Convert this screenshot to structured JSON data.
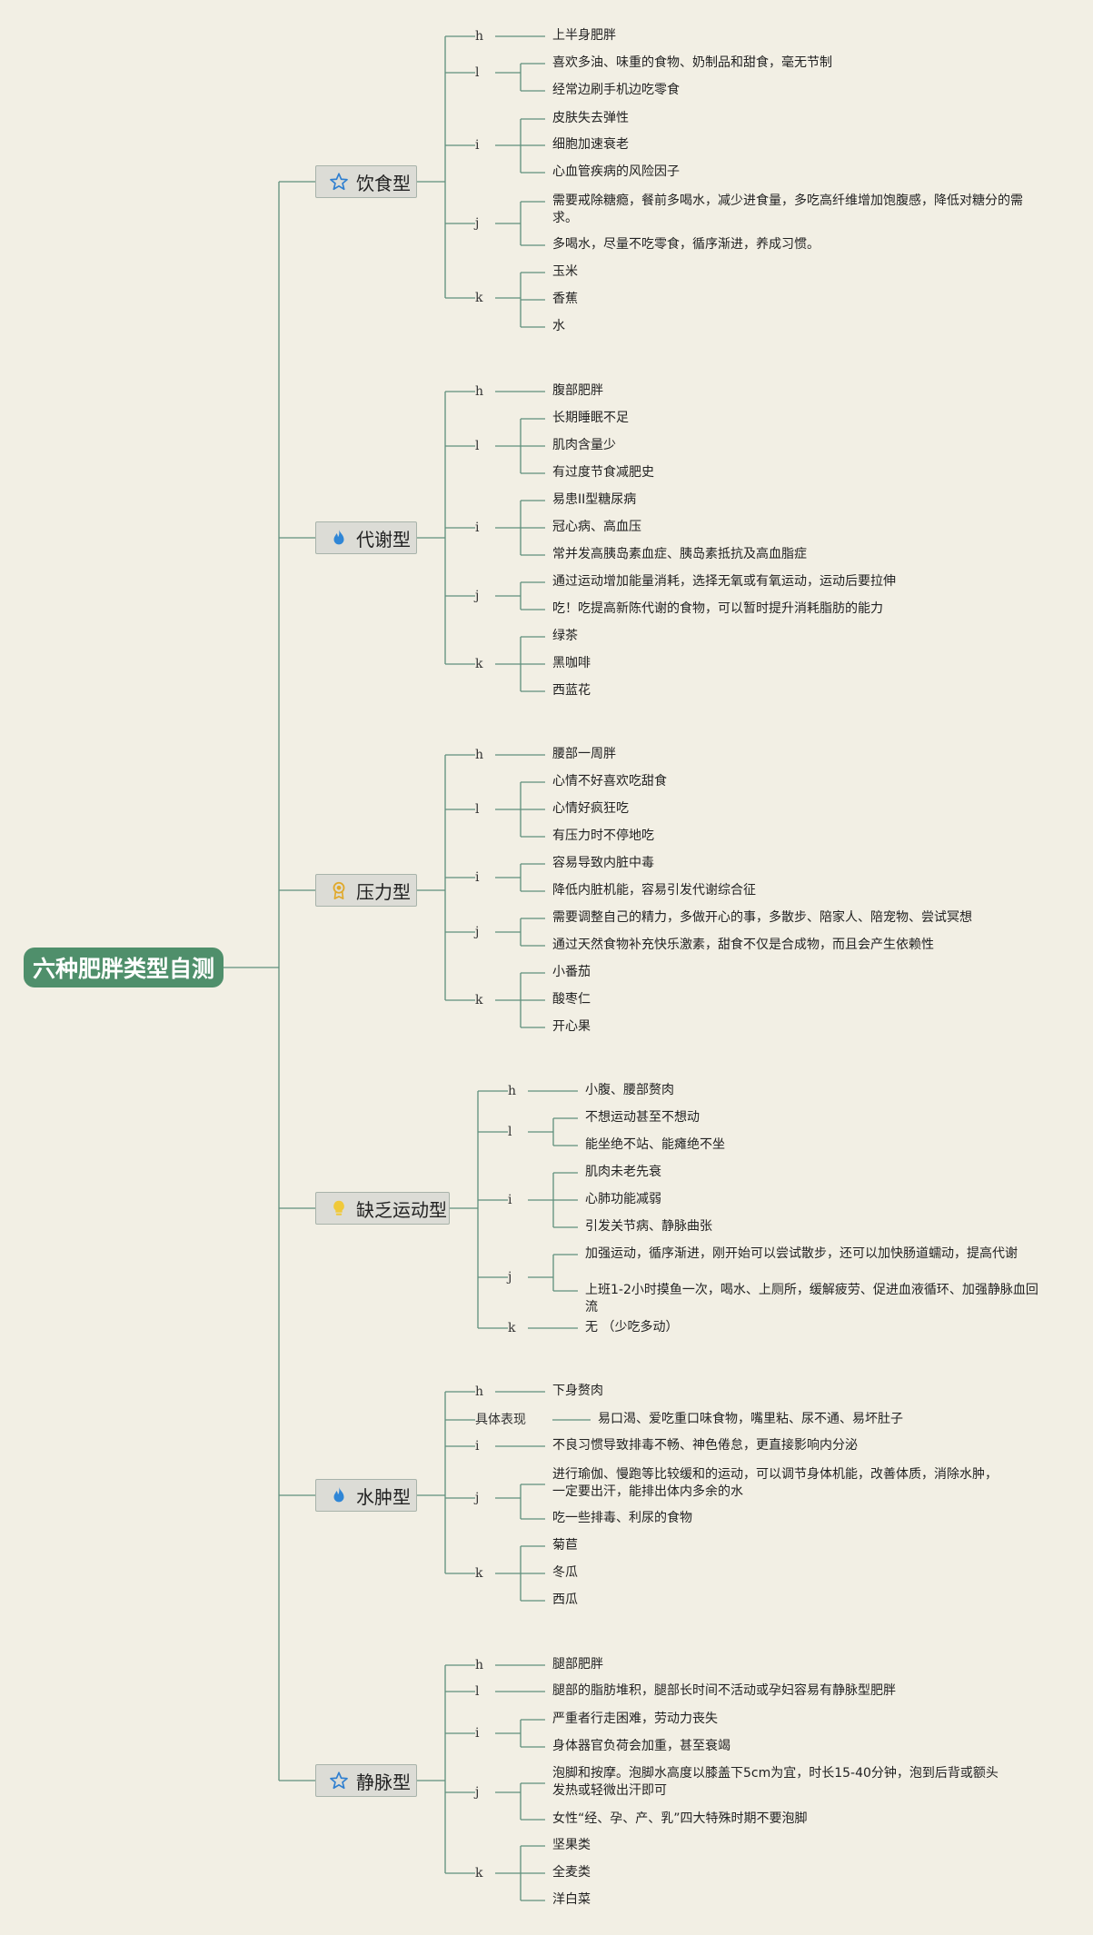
{
  "title": "六种肥胖类型自测",
  "colors": {
    "line": "#5f8f7c",
    "root": "#4f8f6b",
    "branch_bg": "#dcdcd6",
    "background": "#f2efe4"
  },
  "branches": [
    {
      "label": "饮食型",
      "icon": "star-icon",
      "icon_color": "#2f7fd0",
      "groups": [
        {
          "tag": "h",
          "items": [
            "上半身肥胖"
          ]
        },
        {
          "tag": "l",
          "items": [
            "喜欢多油、味重的食物、奶制品和甜食，毫无节制",
            "经常边刷手机边吃零食"
          ]
        },
        {
          "tag": "i",
          "items": [
            "皮肤失去弹性",
            "细胞加速衰老",
            "心血管疾病的风险因子"
          ]
        },
        {
          "tag": "j",
          "items": [
            "需要戒除糖瘾，餐前多喝水，减少进食量，多吃高纤维增加饱腹感，降低对糖分的需求。",
            "多喝水，尽量不吃零食，循序渐进，养成习惯。"
          ]
        },
        {
          "tag": "k",
          "items": [
            "玉米",
            "香蕉",
            "水"
          ]
        }
      ]
    },
    {
      "label": "代谢型",
      "icon": "flame-icon",
      "icon_color": "#2f86d6",
      "groups": [
        {
          "tag": "h",
          "items": [
            "腹部肥胖"
          ]
        },
        {
          "tag": "l",
          "items": [
            "长期睡眠不足",
            "肌肉含量少",
            "有过度节食减肥史"
          ]
        },
        {
          "tag": "i",
          "items": [
            "易患II型糖尿病",
            "冠心病、高血压",
            "常并发高胰岛素血症、胰岛素抵抗及高血脂症"
          ]
        },
        {
          "tag": "j",
          "items": [
            "通过运动增加能量消耗，选择无氧或有氧运动，运动后要拉伸",
            "吃！吃提高新陈代谢的食物，可以暂时提升消耗脂肪的能力"
          ]
        },
        {
          "tag": "k",
          "items": [
            "绿茶",
            "黑咖啡",
            "西蓝花"
          ]
        }
      ]
    },
    {
      "label": "压力型",
      "icon": "medal-icon",
      "icon_color": "#e0a92b",
      "groups": [
        {
          "tag": "h",
          "items": [
            "腰部一周胖"
          ]
        },
        {
          "tag": "l",
          "items": [
            "心情不好喜欢吃甜食",
            "心情好疯狂吃",
            "有压力时不停地吃"
          ]
        },
        {
          "tag": "i",
          "items": [
            "容易导致内脏中毒",
            "降低内脏机能，容易引发代谢综合征"
          ]
        },
        {
          "tag": "j",
          "items": [
            "需要调整自己的精力，多做开心的事，多散步、陪家人、陪宠物、尝试冥想",
            "通过天然食物补充快乐激素，甜食不仅是合成物，而且会产生依赖性"
          ]
        },
        {
          "tag": "k",
          "items": [
            "小番茄",
            "酸枣仁",
            "开心果"
          ]
        }
      ]
    },
    {
      "label": "缺乏运动型",
      "icon": "bulb-icon",
      "icon_color": "#f0c93a",
      "groups": [
        {
          "tag": "h",
          "items": [
            "小腹、腰部赘肉"
          ]
        },
        {
          "tag": "l",
          "items": [
            "不想运动甚至不想动",
            "能坐绝不站、能瘫绝不坐"
          ]
        },
        {
          "tag": "i",
          "items": [
            "肌肉未老先衰",
            "心肺功能减弱",
            "引发关节病、静脉曲张"
          ]
        },
        {
          "tag": "j",
          "items": [
            "加强运动，循序渐进，刚开始可以尝试散步，还可以加快肠道蠕动，提高代谢",
            "上班1-2小时摸鱼一次，喝水、上厕所，缓解疲劳、促进血液循环、加强静脉血回流"
          ]
        },
        {
          "tag": "k",
          "items": [
            "无 （少吃多动）"
          ]
        }
      ]
    },
    {
      "label": "水肿型",
      "icon": "flame-icon",
      "icon_color": "#2f86d6",
      "groups": [
        {
          "tag": "h",
          "items": [
            "下身赘肉"
          ]
        },
        {
          "tag": "具体表现",
          "items": [
            "易口渴、爱吃重口味食物，嘴里粘、尿不通、易坏肚子"
          ]
        },
        {
          "tag": "i",
          "items": [
            "不良习惯导致排毒不畅、神色倦怠，更直接影响内分泌"
          ]
        },
        {
          "tag": "j",
          "items": [
            "进行瑜伽、慢跑等比较缓和的运动，可以调节身体机能，改善体质，消除水肿，一定要出汗，能排出体内多余的水",
            "吃一些排毒、利尿的食物"
          ]
        },
        {
          "tag": "k",
          "items": [
            "菊苣",
            "冬瓜",
            "西瓜"
          ]
        }
      ]
    },
    {
      "label": "静脉型",
      "icon": "star-icon",
      "icon_color": "#2f7fd0",
      "groups": [
        {
          "tag": "h",
          "items": [
            "腿部肥胖"
          ]
        },
        {
          "tag": "l",
          "items": [
            "腿部的脂肪堆积，腿部长时间不活动或孕妇容易有静脉型肥胖"
          ]
        },
        {
          "tag": "i",
          "items": [
            "严重者行走困难，劳动力丧失",
            "身体器官负荷会加重，甚至衰竭"
          ]
        },
        {
          "tag": "j",
          "items": [
            "泡脚和按摩。泡脚水高度以膝盖下5cm为宜，时长15-40分钟，泡到后背或额头发热或轻微出汗即可",
            "女性“经、孕、产、乳”四大特殊时期不要泡脚"
          ]
        },
        {
          "tag": "k",
          "items": [
            "坚果类",
            "全麦类",
            "洋白菜"
          ]
        }
      ]
    }
  ]
}
